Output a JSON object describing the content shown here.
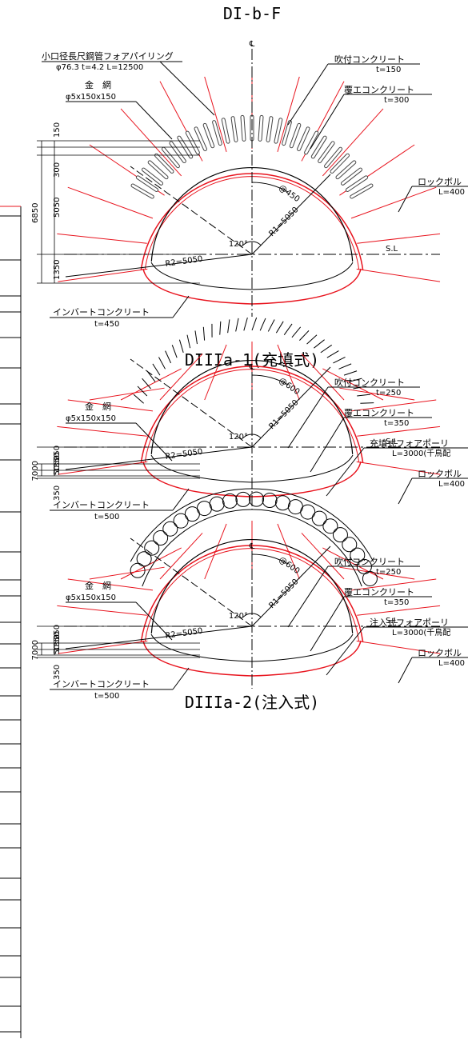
{
  "sections": [
    {
      "title": "DI-b-F",
      "pipe_label": "小口径長尺鋼管フォアパイリング",
      "pipe_spec": "φ76.3 t=4.2 L=12500",
      "mesh_label": "金　網",
      "mesh_spec": "φ5x150x150",
      "shotcrete_label": "吹付コンクリート",
      "shotcrete_t": "t=150",
      "lining_label": "覆エコンクリート",
      "lining_t": "t=300",
      "bolt_label": "ロックボル",
      "bolt_len": "L=400",
      "invert_label": "インバートコンクリート",
      "invert_t": "t=450",
      "pitch": "@450",
      "r1": "R1=5050",
      "r2": "R2=5050",
      "angle": "120°",
      "sl": "S.L",
      "dims": [
        "150",
        "300",
        "5050",
        "1350",
        "6850"
      ]
    },
    {
      "title": "DIIIa-1(充填式)",
      "mesh_label": "金　網",
      "mesh_spec": "φ5x150x150",
      "shotcrete_label": "吹付コンクリート",
      "shotcrete_t": "t=250",
      "lining_label": "覆エコンクリート",
      "lining_t": "t=350",
      "pole_label": "充填式フォアポーリ",
      "pole_spec": "L=3000(千鳥配",
      "bolt_label": "ロックボル",
      "bolt_len": "L=400",
      "invert_label": "インバートコンクリート",
      "invert_t": "t=500",
      "pitch": "@600",
      "r1": "R1=5050",
      "r2": "R2=5050",
      "angle": "120°",
      "sl": "S.L",
      "dims": [
        "250",
        "350",
        "5050",
        "1350",
        "7000"
      ]
    },
    {
      "title": "DIIIa-2(注入式)",
      "mesh_label": "金　網",
      "mesh_spec": "φ5x150x150",
      "shotcrete_label": "吹付コンクリート",
      "shotcrete_t": "t=250",
      "lining_label": "覆エコンクリート",
      "lining_t": "t=350",
      "pole_label": "注入式フォアポーリ",
      "pole_spec": "L=3000(千鳥配",
      "bolt_label": "ロックボル",
      "bolt_len": "L=400",
      "invert_label": "インバートコンクリート",
      "invert_t": "t=500",
      "pitch": "@600",
      "r1": "R1=5050",
      "r2": "R2=5050",
      "angle": "120°",
      "sl": "S.L",
      "dims": [
        "250",
        "350",
        "5050",
        "1350",
        "7000"
      ]
    }
  ],
  "centerline_mark": "℄",
  "colors": {
    "line": "#000000",
    "red": "#e8141e",
    "rebar": "#303030"
  }
}
